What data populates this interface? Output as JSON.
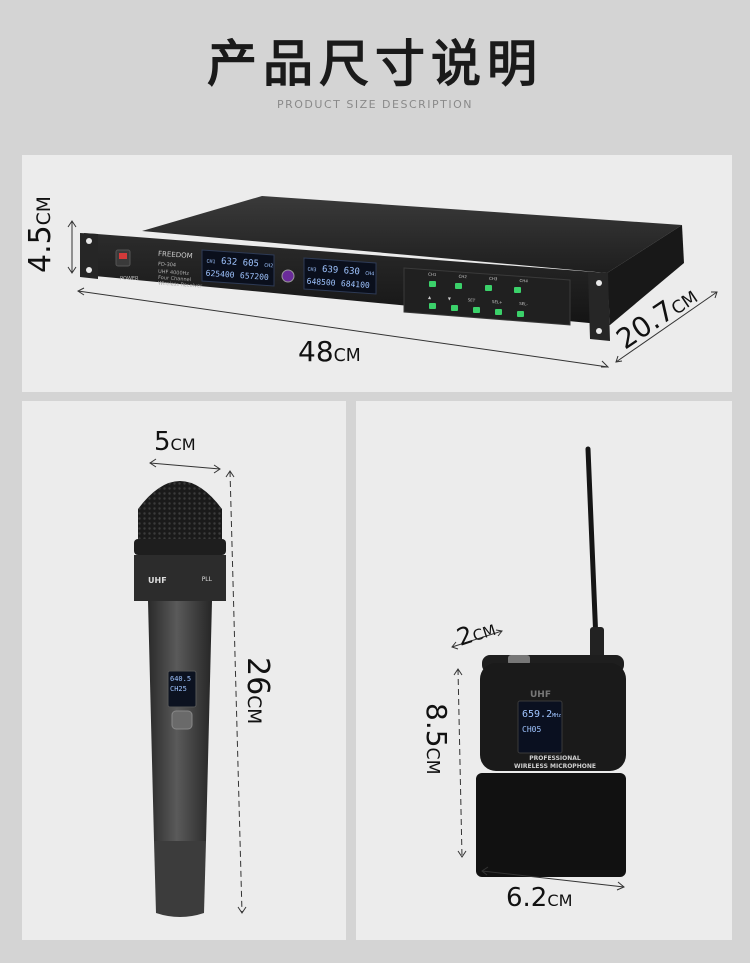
{
  "header": {
    "title": "产品尺寸说明",
    "subtitle": "PRODUCT SIZE DESCRIPTION"
  },
  "receiver": {
    "brand": "FREEDOM",
    "model": "FD-304",
    "desc_lines": [
      "UHF 4000Hz",
      "Four Channel",
      "Wireless Receiver"
    ],
    "power_label": "POWER",
    "lcd1": {
      "ch_a": "CH1",
      "ch_b": "CH2",
      "v1": "632",
      "v2": "605",
      "freq1": "625400",
      "freq2": "657200"
    },
    "lcd2": {
      "ch_a": "CH3",
      "ch_b": "CH4",
      "v1": "639",
      "v2": "630",
      "freq1": "648500",
      "freq2": "684100"
    },
    "buttons_top": [
      "CH1",
      "CH2",
      "CH3",
      "CH4"
    ],
    "buttons_bottom": [
      "▲",
      "▼",
      "SET",
      "SEL+",
      "SEL-"
    ],
    "dim_height": {
      "num": "4.5",
      "unit": "CM"
    },
    "dim_width": {
      "num": "48",
      "unit": "CM"
    },
    "dim_depth": {
      "num": "20.7",
      "unit": "CM"
    }
  },
  "handheld": {
    "label_left": "UHF",
    "label_right": "PLL",
    "lcd_freq": "640.5",
    "lcd_ch": "CH25",
    "dim_width": {
      "num": "5",
      "unit": "CM"
    },
    "dim_length": {
      "num": "26",
      "unit": "CM"
    }
  },
  "bodypack": {
    "brand": "UHF",
    "lcd_freq": "659.2",
    "lcd_unit": "MHz",
    "lcd_ch": "CH05",
    "label1": "PROFESSIONAL",
    "label2": "WIRELESS MICROPHONE",
    "dim_depth": {
      "num": "2",
      "unit": "CM"
    },
    "dim_height": {
      "num": "8.5",
      "unit": "CM"
    },
    "dim_width": {
      "num": "6.2",
      "unit": "CM"
    }
  },
  "colors": {
    "background": "#d4d4d4",
    "panel": "#ececec",
    "device_body": "#1b1b1b",
    "lcd_blue": "#9fc4ff",
    "button_green": "#3bd16a"
  }
}
